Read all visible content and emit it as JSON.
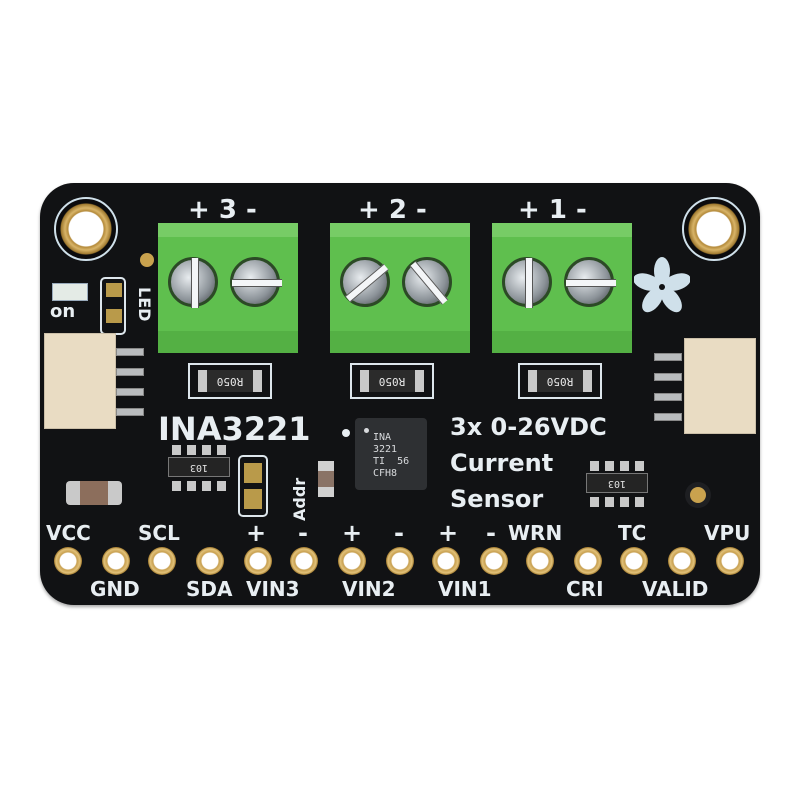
{
  "board": {
    "name": "INA3221",
    "description": "3x 0-26VDC Current Sensor",
    "colors": {
      "pcb": "#111214",
      "silkscreen": "#e8eef2",
      "terminal_block": "#5fbf4e",
      "gold": "#c8a050",
      "connector": "#e9dcc3"
    }
  },
  "terminal_labels": [
    {
      "channel": "3",
      "text": "+ 3 -"
    },
    {
      "channel": "2",
      "text": "+ 2 -"
    },
    {
      "channel": "1",
      "text": "+ 1 -"
    }
  ],
  "silkscreen": {
    "title": "INA3221",
    "line1": "3x 0-26VDC",
    "line2": "Current",
    "line3": "Sensor",
    "on_label": "on",
    "led_label": "LED",
    "addr_label": "Addr"
  },
  "components": {
    "shunt_marking": "R050",
    "chip_marking": "INA\n3221\nTI  56\nCFH8",
    "resistor_network_marking": "103"
  },
  "pins_top_labels": [
    "VCC",
    "SCL",
    "+",
    "-",
    "+",
    "-",
    "+",
    "-",
    "WRN",
    "TC",
    "VPU"
  ],
  "pins_bottom_labels": [
    "GND",
    "SDA",
    "VIN3",
    "VIN2",
    "VIN1",
    "CRI",
    "VALID"
  ],
  "pin_count": 15
}
